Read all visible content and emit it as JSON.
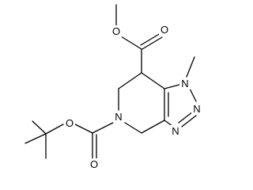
{
  "atom_labels": {
    "o_methoxy": "O",
    "o_ester_carbonyl": "O",
    "n_methyl": "N",
    "n_triazole_2": "N",
    "n_triazole_3": "N",
    "n_ring": "N",
    "o_boc_ester": "O",
    "o_boc_carbonyl": "O"
  },
  "colors": {
    "bond": "#000000",
    "label": "#000000",
    "background": "#ffffff"
  }
}
